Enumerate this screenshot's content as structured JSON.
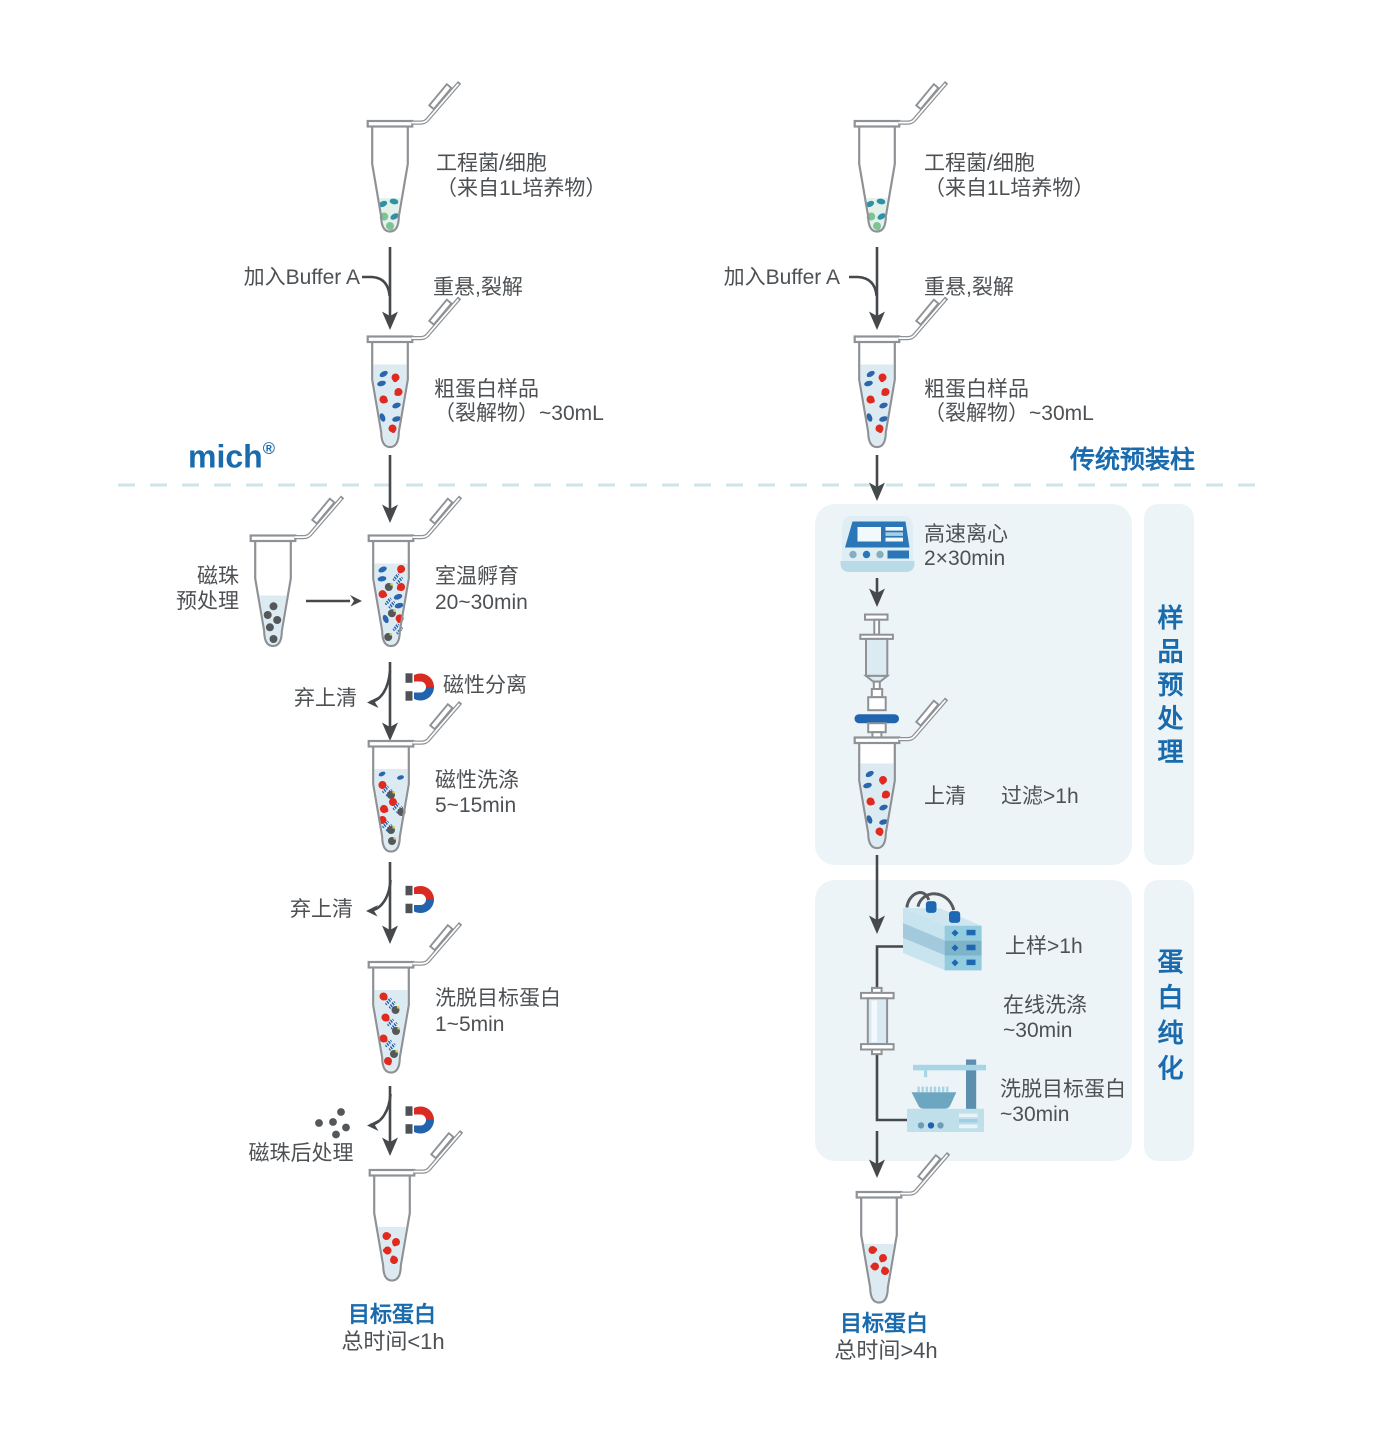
{
  "colors": {
    "accent_blue": "#1a6bad",
    "label_gray": "#4d5154",
    "arrow_gray": "#45494c",
    "tube_outline": "#8e9296",
    "liquid_blue": "#dcebf2",
    "liquid_green": "#e3f1ea",
    "panel_bg": "#edf4f8",
    "red_protein": "#e02a1f",
    "blue_protein": "#2b65ad",
    "bead_gray": "#55585a",
    "magnet_red": "#d92b21",
    "magnet_blue": "#2363ae"
  },
  "left_flow": {
    "brand": "mich",
    "brand_reg": "®",
    "input_tube": {
      "line1": "工程菌/细胞",
      "line2": "（来自1L培养物）"
    },
    "add_buffer": "加入Buffer A",
    "resuspend": "重悬,裂解",
    "crude_sample": {
      "line1": "粗蛋白样品",
      "line2": "（裂解物）~30mL"
    },
    "beads_pretreat": {
      "line1": "磁珠",
      "line2": "预处理"
    },
    "incubate": {
      "line1": "室温孵育",
      "line2": "20~30min"
    },
    "discard_supernatant_1": "弃上清",
    "magnetic_separation": "磁性分离",
    "magnetic_wash": {
      "line1": "磁性洗涤",
      "line2": "5~15min"
    },
    "discard_supernatant_2": "弃上清",
    "elute": {
      "line1": "洗脱目标蛋白",
      "line2": "1~5min"
    },
    "beads_posttreat": "磁珠后处理",
    "result": "目标蛋白",
    "total_time": "总时间<1h"
  },
  "right_flow": {
    "title": "传统预装柱",
    "input_tube": {
      "line1": "工程菌/细胞",
      "line2": "（来自1L培养物）"
    },
    "add_buffer": "加入Buffer A",
    "resuspend": "重悬,裂解",
    "crude_sample": {
      "line1": "粗蛋白样品",
      "line2": "（裂解物）~30mL"
    },
    "centrifuge": {
      "line1": "高速离心",
      "line2": "2×30min"
    },
    "supernatant": "上清",
    "filtration": "过滤>1h",
    "section_pretreat": "样品预处理",
    "section_purify": "蛋白纯化",
    "load_sample": "上样>1h",
    "online_wash": {
      "line1": "在线洗涤",
      "line2": "~30min"
    },
    "elute": {
      "line1": "洗脱目标蛋白",
      "line2": "~30min"
    },
    "result": "目标蛋白",
    "total_time": "总时间>4h"
  }
}
